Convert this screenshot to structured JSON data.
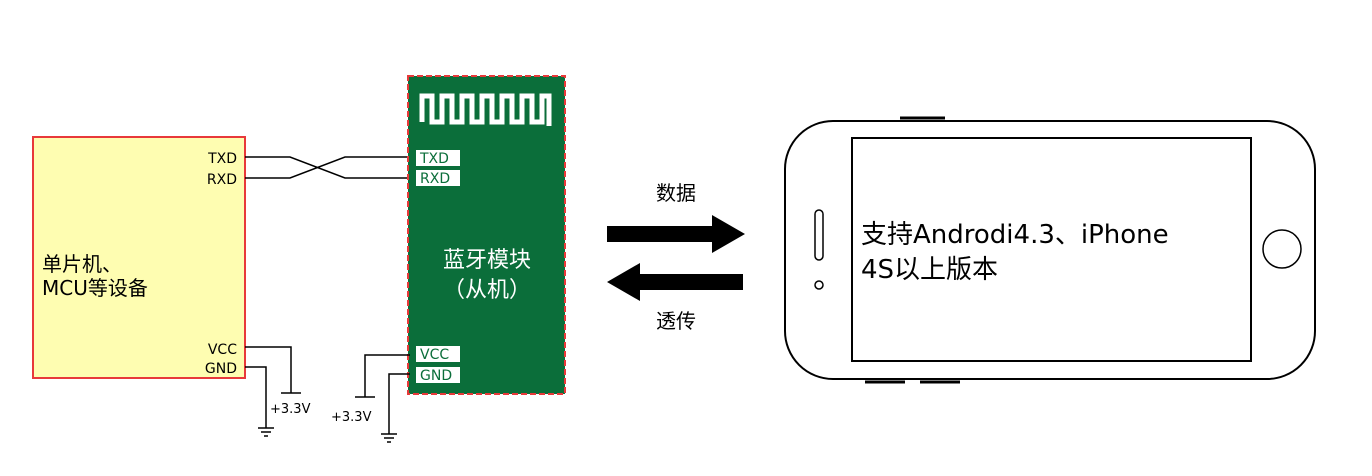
{
  "mcu": {
    "label_line1": "单片机、",
    "label_line2": "MCU等设备",
    "pin_txd": "TXD",
    "pin_rxd": "RXD",
    "pin_vcc": "VCC",
    "pin_gnd": "GND",
    "supply_label": "+3.3V"
  },
  "module": {
    "title_line1": "蓝牙模块",
    "title_line2": "（从机）",
    "pin_txd": "TXD",
    "pin_rxd": "RXD",
    "pin_vcc": "VCC",
    "pin_gnd": "GND",
    "supply_label": "+3.3V"
  },
  "arrows": {
    "top_label": "数据",
    "bottom_label": "透传"
  },
  "phone": {
    "screen_line1": "支持Androdi4.3、iPhone",
    "screen_line2": "4S以上版本"
  },
  "colors": {
    "mcu_fill": "#fefdb1",
    "mcu_border": "#e8393a",
    "module_fill": "#0b6e3a",
    "module_border": "#e8393a",
    "ink": "#000000"
  }
}
